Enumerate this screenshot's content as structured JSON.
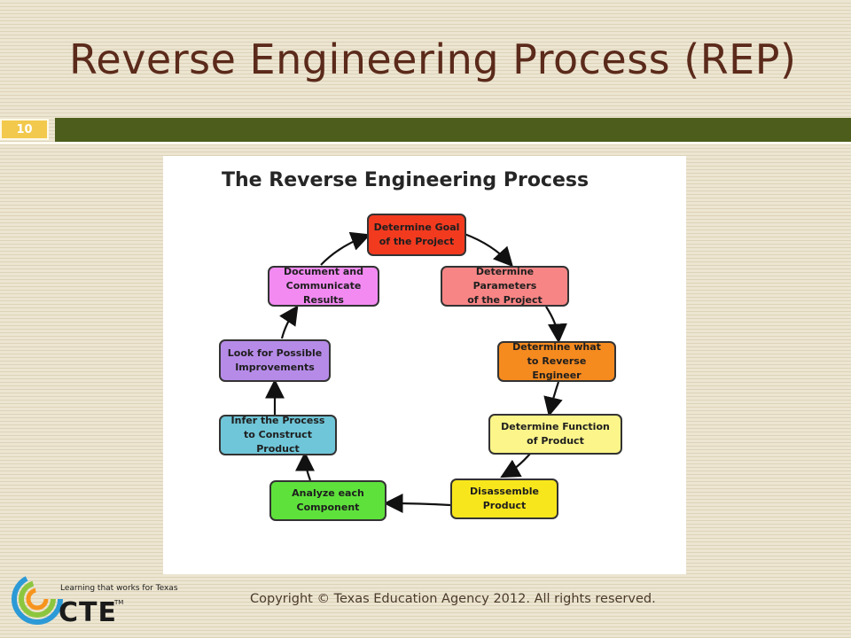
{
  "slide": {
    "title": "Reverse Engineering Process (REP)",
    "slide_number": "10",
    "footer": "Copyright © Texas Education Agency 2012. All rights reserved."
  },
  "logo": {
    "tagline": "Learning that works for Texas",
    "name": "CTE",
    "trademark": "TM"
  },
  "diagram": {
    "title": "The Reverse Engineering Process",
    "steps": [
      {
        "label": "Determine Goal\nof the Project",
        "color": "#f23a1f"
      },
      {
        "label": "Determine Parameters\nof the Project",
        "color": "#f88585"
      },
      {
        "label": "Determine what\nto Reverse Engineer",
        "color": "#f58a1f"
      },
      {
        "label": "Determine Function\nof Product",
        "color": "#fbf58a"
      },
      {
        "label": "Disassemble\nProduct",
        "color": "#f8e61c"
      },
      {
        "label": "Analyze each\nComponent",
        "color": "#5ee23b"
      },
      {
        "label": "Infer the Process\nto Construct Product",
        "color": "#6fc6d8"
      },
      {
        "label": "Look for Possible\nImprovements",
        "color": "#b68be8"
      },
      {
        "label": "Document and\nCommunicate Results",
        "color": "#f28af2"
      }
    ]
  }
}
